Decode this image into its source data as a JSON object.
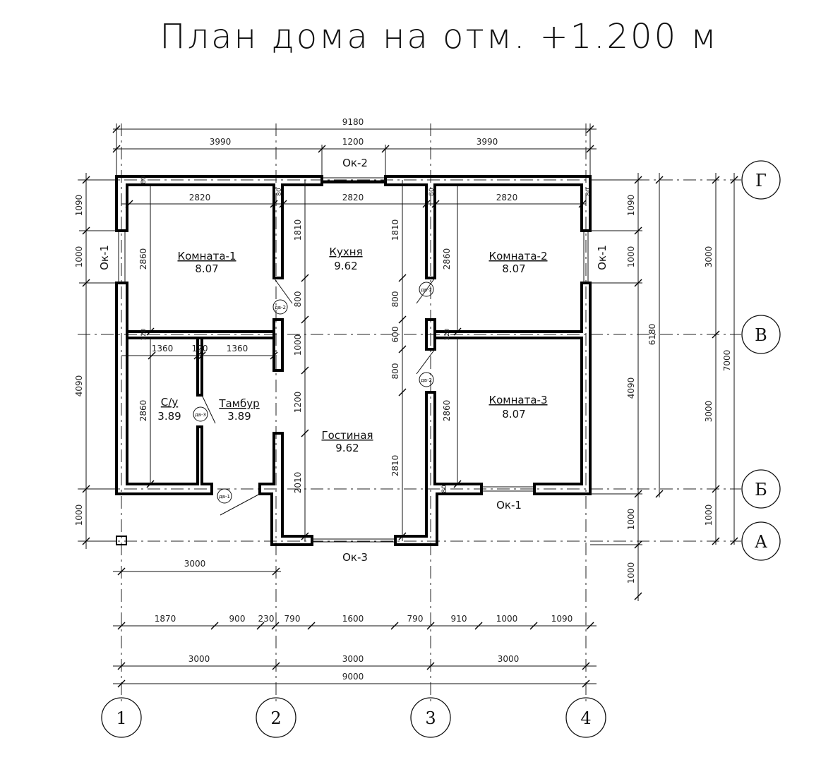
{
  "title": "План дома на отм. +1.200 м",
  "rooms": {
    "room1": {
      "name": "Комната-1",
      "area": "8.07"
    },
    "kitchen": {
      "name": "Кухня",
      "area": "9.62"
    },
    "room2": {
      "name": "Комната-2",
      "area": "8.07"
    },
    "bathroom": {
      "name": "С/у",
      "area": "3.89"
    },
    "vestibule": {
      "name": "Тамбур",
      "area": "3.89"
    },
    "living": {
      "name": "Гостиная",
      "area": "9.62"
    },
    "room3": {
      "name": "Комната-3",
      "area": "8.07"
    }
  },
  "windows": {
    "ok2": "Ок-2",
    "ok1_left": "Ок-1",
    "ok1_right": "Ок-1",
    "ok1_bottom": "Ок-1",
    "ok3": "Ок-3"
  },
  "doors": {
    "d1": "дв-1",
    "d2_left": "дв-2",
    "d2_right_top": "дв-2",
    "d2_right_bottom": "дв-2",
    "d3": "дв-3"
  },
  "axes": {
    "h": [
      "Г",
      "В",
      "Б",
      "А"
    ],
    "v": [
      "1",
      "2",
      "3",
      "4"
    ]
  },
  "dims": {
    "top_total": "9180",
    "top_left": "3990",
    "top_mid": "1200",
    "top_right": "3990",
    "room1_w": "2820",
    "kitchen_w": "2820",
    "room2_w": "2820",
    "bath_w": "1360",
    "part_w": "120",
    "vest_w": "1360",
    "room1_h": "2860",
    "room2_h": "2860",
    "bath_h": "2860",
    "room3_h": "2860",
    "kitchen_l1": "1810",
    "kitchen_l2": "800",
    "kitchen_l3": "1000",
    "kitchen_l4": "1200",
    "kitchen_l5": "2010",
    "kitchen_r1": "1810",
    "kitchen_r2": "800",
    "kitchen_r3": "600",
    "kitchen_r4": "800",
    "kitchen_r5": "2810",
    "wall_top_left": "80",
    "wall_top_right": "80",
    "wall_mid_left": "80",
    "wall_mid_right": "80",
    "wall_mid_l2": "120",
    "wall_mid_r2": "120",
    "wall_bot_right": "80",
    "left_1090": "1090",
    "left_1000a": "1000",
    "left_4090": "4090",
    "left_1000b": "1000",
    "right_1090": "1090",
    "right_1000a": "1000",
    "right_4090": "4090",
    "right_1000b": "1000",
    "right_1000c": "1000",
    "right_6180": "6180",
    "right2_3000a": "3000",
    "right2_3000b": "3000",
    "right2_1000": "1000",
    "right2_7000": "7000",
    "under_3000": "3000",
    "bot_1870": "1870",
    "bot_900": "900",
    "bot_230": "230",
    "bot_790a": "790",
    "bot_1600": "1600",
    "bot_790b": "790",
    "bot_910": "910",
    "bot_1000": "1000",
    "bot_1090": "1090",
    "axis_3000a": "3000",
    "axis_3000b": "3000",
    "axis_3000c": "3000",
    "axis_9000": "9000"
  }
}
